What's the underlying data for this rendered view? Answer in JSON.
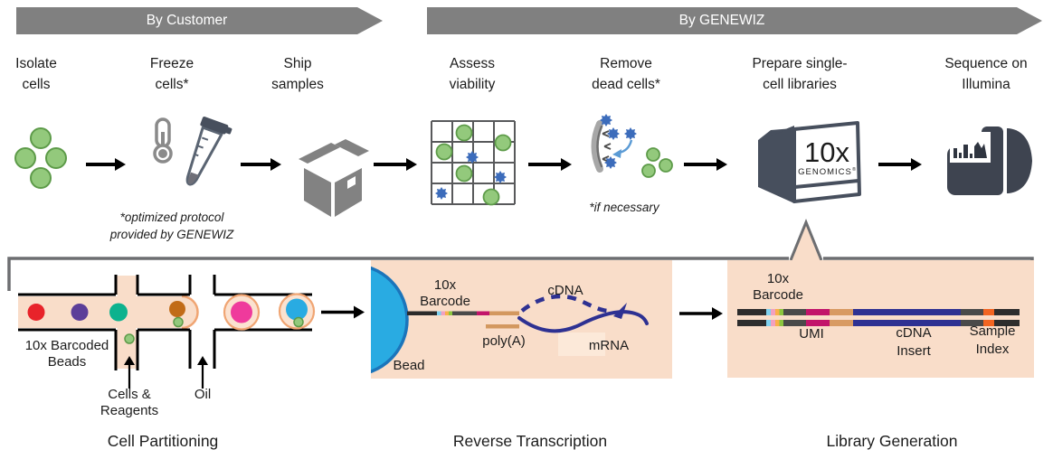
{
  "banners": {
    "customer": "By Customer",
    "genewiz": "By GENEWIZ"
  },
  "steps": [
    {
      "line1": "Isolate",
      "line2": "cells"
    },
    {
      "line1": "Freeze",
      "line2": "cells*"
    },
    {
      "line1": "Ship",
      "line2": "samples"
    },
    {
      "line1": "Assess",
      "line2": "viability"
    },
    {
      "line1": "Remove",
      "line2": "dead cells*"
    },
    {
      "line1": "Prepare single-",
      "line2": "cell libraries"
    },
    {
      "line1": "Sequence on",
      "line2": "Illumina"
    }
  ],
  "notes": {
    "freeze_line1": "*optimized protocol",
    "freeze_line2": "provided by GENEWIZ",
    "remove": "*if necessary"
  },
  "tenx": {
    "line1": "10x",
    "line2": "GENOMICS",
    "mark": "®"
  },
  "panels": {
    "partitioning": {
      "caption": "Cell Partitioning",
      "label_beads_line1": "10x Barcoded",
      "label_beads_line2": "Beads",
      "label_cells_line1": "Cells &",
      "label_cells_line2": "Reagents",
      "label_oil": "Oil"
    },
    "reverse_transcription": {
      "caption": "Reverse Transcription",
      "label_barcode_line1": "10x",
      "label_barcode_line2": "Barcode",
      "label_cdna": "cDNA",
      "label_polya": "poly(A)",
      "label_mrna": "mRNA",
      "label_bead": "Bead"
    },
    "library": {
      "caption": "Library Generation",
      "label_barcode_line1": "10x",
      "label_barcode_line2": "Barcode",
      "label_umi": "UMI",
      "label_cdna_line1": "cDNA",
      "label_cdna_line2": "Insert",
      "label_sample_line1": "Sample",
      "label_sample_line2": "Index"
    }
  },
  "icons": {
    "isolate": "green-cells-icon",
    "freeze": "thermometer-tube-icon",
    "ship": "package-box-icon",
    "assess": "viability-grid-icon",
    "remove": "dead-cell-removal-icon",
    "prepare": "tenx-instrument-icon",
    "sequence": "illumina-sequencer-icon"
  },
  "colors": {
    "banner_gray": "#808080",
    "icon_gray": "#828282",
    "dark_slate": "#474f5d",
    "cell_green": "#93c97c",
    "cell_green_border": "#5d9b49",
    "dead_cell_blue": "#3c6cbb",
    "peach": "#f9ddc9",
    "droplet_stroke": "#f0a573",
    "bead_blue": "#29abe2",
    "bead_blue_border": "#1b75bb",
    "navy": "#2e3192",
    "tan": "#d3985f",
    "crimson": "#c2146a",
    "bracket_gray": "#6d6e71"
  }
}
